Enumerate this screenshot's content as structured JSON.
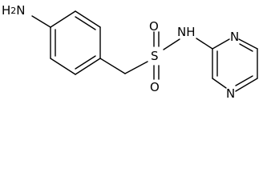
{
  "molecule": {
    "substituents": {
      "amine_H": "H",
      "amine_sub": "2",
      "amine_N": "N"
    },
    "sulfonyl": {
      "sulfur": "S",
      "oxygen_top": "O",
      "oxygen_bottom": "O"
    },
    "sulfonamide": {
      "nitrogen": "N",
      "hydrogen": "H"
    },
    "pyrimidine": {
      "nitrogen_1": "N",
      "nitrogen_2": "N"
    }
  },
  "colors": {
    "bond": "#000000",
    "background": "#ffffff"
  }
}
